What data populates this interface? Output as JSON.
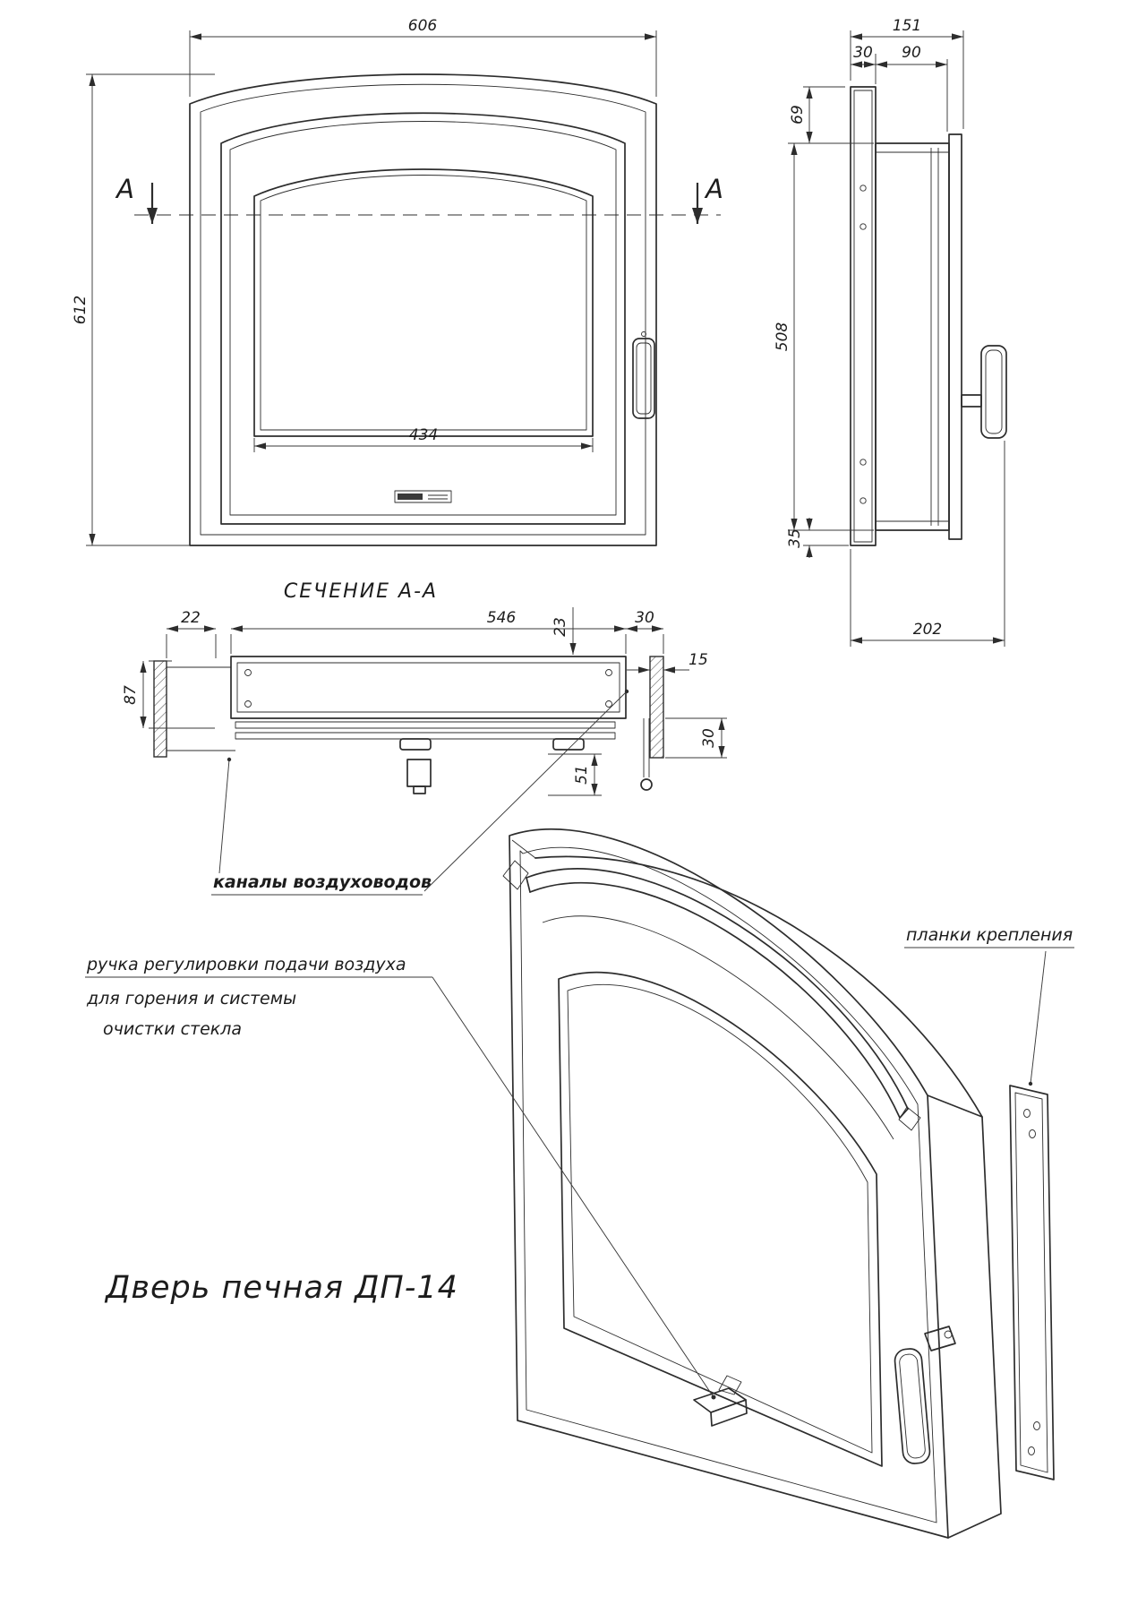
{
  "drawing_title": "Дверь печная ДП-14",
  "section": {
    "title": "СЕЧЕНИЕ А-А",
    "marker": "A"
  },
  "annotations": {
    "air_channels": "каналы воздуховодов",
    "mounting_plates": "планки крепления",
    "handle_note_1": "ручка регулировки подачи воздуха",
    "handle_note_2": "для горения и  системы",
    "handle_note_3": "очистки стекла"
  },
  "front_view": {
    "width": "606",
    "height": "612",
    "glass_width": "434"
  },
  "side_view": {
    "overall_width": "151",
    "plate_offset": "30",
    "body_depth": "90",
    "top_offset": "69",
    "height": "508",
    "bottom_offset": "35",
    "overall_depth": "202"
  },
  "section_view": {
    "dim_22": "22",
    "dim_546": "546",
    "dim_23": "23",
    "dim_30_right": "30",
    "dim_15": "15",
    "dim_87": "87",
    "dim_30_lower": "30",
    "dim_51": "51"
  }
}
